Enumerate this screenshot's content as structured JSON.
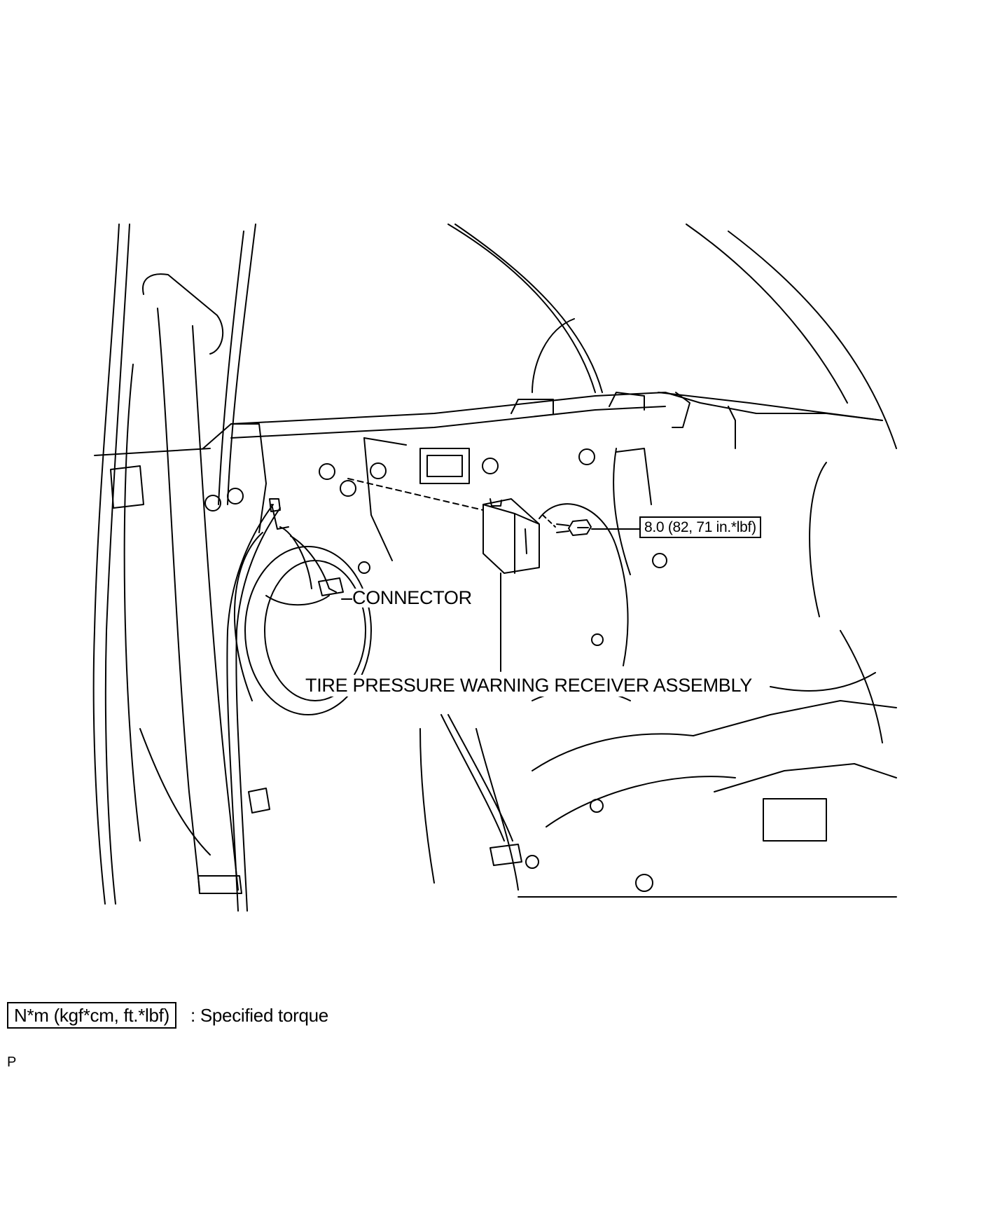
{
  "labels": {
    "torque_value": "8.0 (82, 71 in.*lbf)",
    "connector": "CONNECTOR",
    "receiver": "TIRE PRESSURE WARNING RECEIVER ASSEMBLY"
  },
  "legend": {
    "box_text": "N*m (kgf*cm, ft.*lbf)",
    "description": ": Specified torque"
  },
  "page_code": "P",
  "colors": {
    "line": "#000000",
    "background": "#ffffff"
  }
}
